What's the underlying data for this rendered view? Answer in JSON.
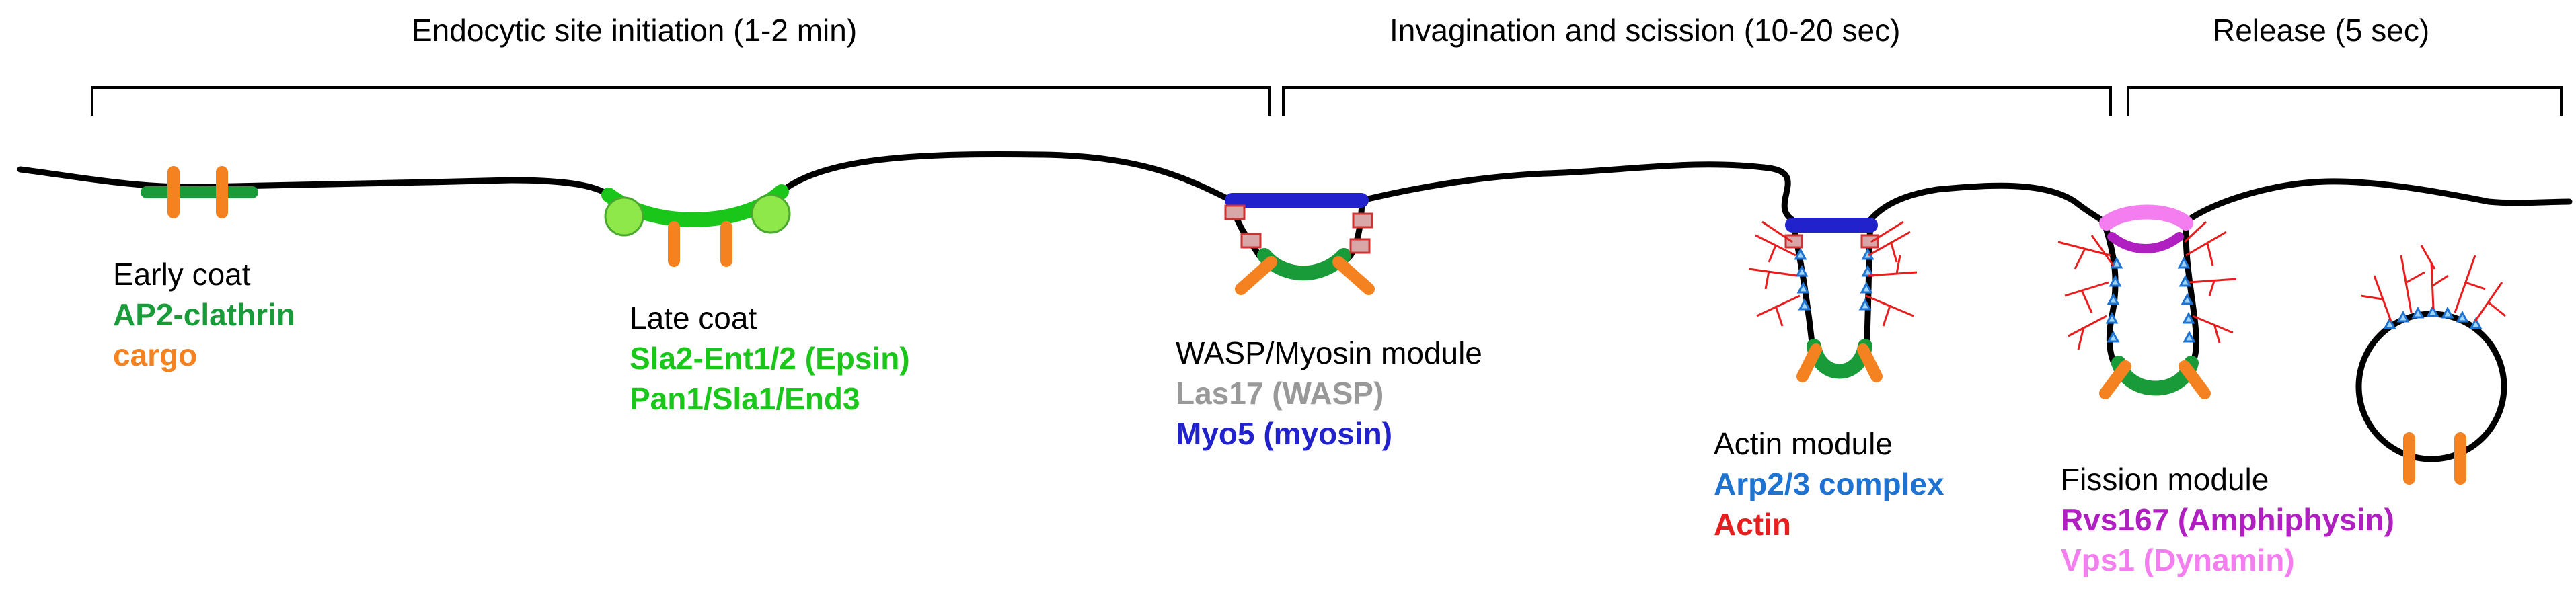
{
  "colors": {
    "membrane": "#000000",
    "clathrin": "#1a9b3a",
    "cargo": "#f58220",
    "late_coat": "#1ac61a",
    "late_coat_circle": "#8ee84a",
    "wasp": "#999999",
    "myosin": "#2222cc",
    "arp23": "#1e73d2",
    "actin": "#e81e1e",
    "rvs167": "#b020c0",
    "vps1": "#f47ef0"
  },
  "phases": [
    {
      "label": "Endocytic site initiation (1-2 min)"
    },
    {
      "label": "Invagination and scission (10-20 sec)"
    },
    {
      "label": "Release (5 sec)"
    }
  ],
  "stages": {
    "early_coat": {
      "title": "Early coat",
      "line1": "AP2-clathrin",
      "line2": "cargo"
    },
    "late_coat": {
      "title": "Late coat",
      "line1": "Sla2-Ent1/2 (Epsin)",
      "line2": "Pan1/Sla1/End3"
    },
    "wasp_module": {
      "title": "WASP/Myosin module",
      "line1": "Las17 (WASP)",
      "line2": "Myo5 (myosin)"
    },
    "actin_module": {
      "title": "Actin module",
      "line1": "Arp2/3 complex",
      "line2": "Actin"
    },
    "fission_module": {
      "title": "Fission module",
      "line1": "Rvs167 (Amphiphysin)",
      "line2": "Vps1 (Dynamin)"
    }
  },
  "icons": [
    "membrane",
    "clathrin-coat",
    "cargo-bar",
    "late-coat-circle",
    "wasp-box",
    "myosin-bar",
    "arp23-triangle",
    "actin-filament",
    "vesicle"
  ]
}
